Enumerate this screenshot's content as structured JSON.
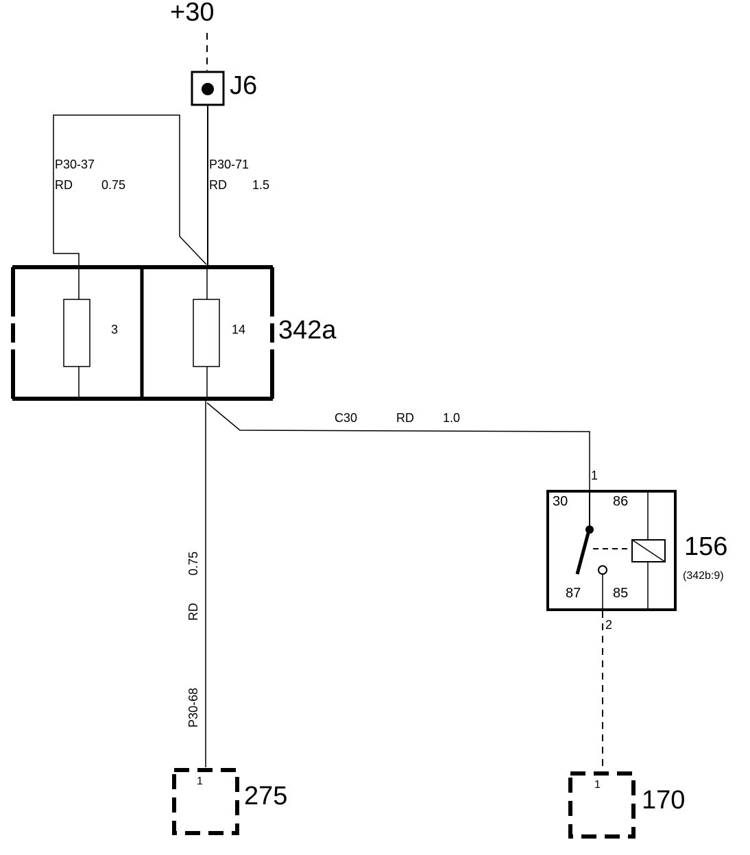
{
  "supply": {
    "label": "+30"
  },
  "junction": {
    "label": "J6"
  },
  "fusebox": {
    "label": "342a",
    "fuses": [
      {
        "number": "3"
      },
      {
        "number": "14"
      }
    ]
  },
  "wires": {
    "p30_37": {
      "id": "P30-37",
      "color": "RD",
      "size": "0.75"
    },
    "p30_71": {
      "id": "P30-71",
      "color": "RD",
      "size": "1.5"
    },
    "c30": {
      "id": "C30",
      "color": "RD",
      "size": "1.0"
    },
    "p30_68": {
      "id": "P30-68",
      "color": "RD",
      "size": "0.75"
    }
  },
  "relay": {
    "label": "156",
    "location": "(342b:9)",
    "pin_in": "1",
    "pin_out": "2",
    "terminals": {
      "t30": "30",
      "t86": "86",
      "t87": "87",
      "t85": "85"
    }
  },
  "connectors": [
    {
      "label": "275",
      "pin": "1"
    },
    {
      "label": "170",
      "pin": "1"
    }
  ]
}
